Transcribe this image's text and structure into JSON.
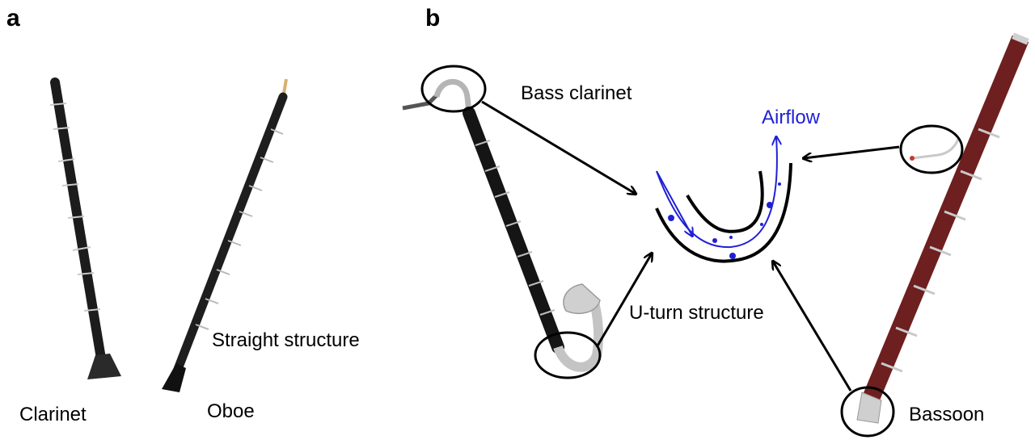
{
  "panels": {
    "a": "a",
    "b": "b"
  },
  "labels": {
    "clarinet": "Clarinet",
    "oboe": "Oboe",
    "straight_structure": "Straight structure",
    "bass_clarinet": "Bass clarinet",
    "airflow": "Airflow",
    "u_turn_structure": "U-turn structure",
    "bassoon": "Bassoon"
  },
  "colors": {
    "airflow": "#1f1fd6",
    "instrument_black": "#1c1c1c",
    "bassoon_wood": "#6e1f1f",
    "silver": "#c9c9c9"
  }
}
